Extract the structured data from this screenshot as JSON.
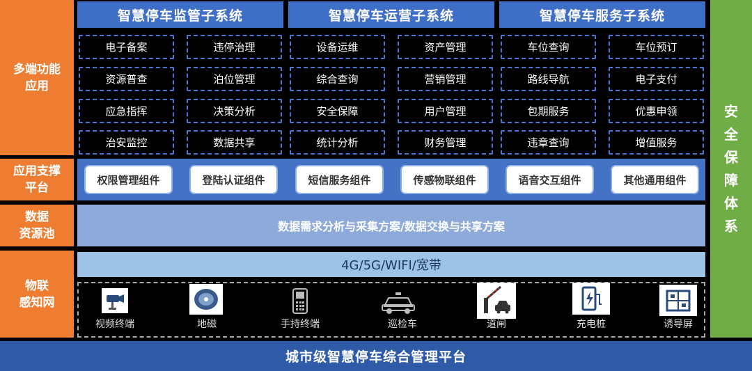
{
  "sidebar": {
    "layer1": [
      "多端功能",
      "应用"
    ],
    "layer2": [
      "应用支撑",
      "平台"
    ],
    "layer3": [
      "数据",
      "资源池"
    ],
    "layer4": [
      "物联",
      "感知网"
    ]
  },
  "subsystems": [
    {
      "title": "智慧停车监管子系统",
      "functions": [
        "电子备案",
        "违停治理",
        "资源普查",
        "泊位管理",
        "应急指挥",
        "决策分析",
        "治安监控",
        "数据共享"
      ]
    },
    {
      "title": "智慧停车运营子系统",
      "functions": [
        "设备运维",
        "资产管理",
        "综合查询",
        "营销管理",
        "安全保障",
        "用户管理",
        "统计分析",
        "财务管理"
      ]
    },
    {
      "title": "智慧停车服务子系统",
      "functions": [
        "车位查询",
        "车位预订",
        "路线导航",
        "电子支付",
        "包期服务",
        "优惠申领",
        "违章查询",
        "增值服务"
      ]
    }
  ],
  "components": [
    "权限管理组件",
    "登陆认证组件",
    "短信服务组件",
    "传感物联组件",
    "语音交互组件",
    "其他通用组件"
  ],
  "data_layer": "数据需求分析与采集方案/数据交换与共享方案",
  "network_layer": "4G/5G/WIFI/宽带",
  "devices": [
    {
      "label": "视频终端",
      "icon": "camera-icon"
    },
    {
      "label": "地磁",
      "icon": "geomagnetic-sensor-icon"
    },
    {
      "label": "手持终端",
      "icon": "handheld-terminal-icon"
    },
    {
      "label": "巡检车",
      "icon": "patrol-car-icon"
    },
    {
      "label": "道闸",
      "icon": "barrier-gate-icon"
    },
    {
      "label": "充电桩",
      "icon": "charging-pile-icon"
    },
    {
      "label": "诱导屏",
      "icon": "guidance-screen-icon"
    }
  ],
  "platform": "城市级智慧停车综合管理平台",
  "security": [
    "安",
    "全",
    "保",
    "障",
    "体",
    "系"
  ],
  "colors": {
    "orange": "#ef7d31",
    "blue": "#3f6ec6",
    "green": "#70ad47",
    "light_blue": "#8eaadb",
    "sky": "#9dc3e6"
  }
}
